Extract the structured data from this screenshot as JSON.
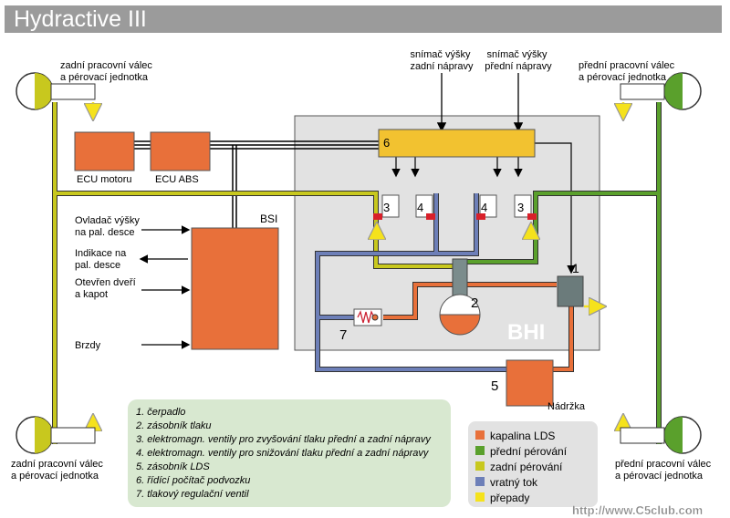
{
  "title": "Hydractive III",
  "labels": {
    "rear_cyl_top": [
      "zadní pracovní válec",
      "a pérovací jednotka"
    ],
    "front_cyl_top": [
      "přední  pracovní válec",
      "a pérovací jednotka"
    ],
    "rear_cyl_bottom": [
      "zadní pracovní válec",
      "a pérovací jednotka"
    ],
    "front_cyl_bottom": [
      "přední  pracovní válec",
      "a pérovací jednotka"
    ],
    "sensor_rear": [
      "snímač výšky",
      "zadní nápravy"
    ],
    "sensor_front": [
      "snímač  výšky",
      "přední nápravy"
    ],
    "ecu_motor": "ECU motoru",
    "ecu_abs": "ECU  ABS",
    "bsi": "BSI",
    "bhi": "BHI",
    "nadrzka": "Nádržka",
    "inputs": [
      [
        "Ovladač výšky",
        "na pal. desce"
      ],
      [
        "Indikace na",
        "pal. desce"
      ],
      [
        "Otevřen dveří",
        "a kapot"
      ],
      [
        "Brzdy"
      ]
    ],
    "numbers": {
      "n1": "1",
      "n2": "2",
      "n5": "5",
      "n6": "6",
      "n7": "7",
      "v3a": "3",
      "v4a": "4",
      "v4b": "4",
      "v3b": "3"
    }
  },
  "component_list": [
    "1. čerpadlo",
    "2. zásobník tlaku",
    "3. elektromagn. ventily  pro zvyšování tlaku přední a zadní nápravy",
    "4. elektromagn. ventily  pro snižování  tlaku přední a zadní nápravy",
    "5. zásobník LDS",
    "6. řídící počítač podvozku",
    "7. tlakový regulační ventil"
  ],
  "legend": [
    {
      "label": "kapalina LDS",
      "color": "#e8703a"
    },
    {
      "label": "přední pérování",
      "color": "#5aa02c"
    },
    {
      "label": "zadní pérování",
      "color": "#c8c81e"
    },
    {
      "label": "vratný tok",
      "color": "#6d7fb8"
    },
    {
      "label": "přepady",
      "color": "#f5e21c"
    }
  ],
  "watermark": "http://www.C5club.com"
}
